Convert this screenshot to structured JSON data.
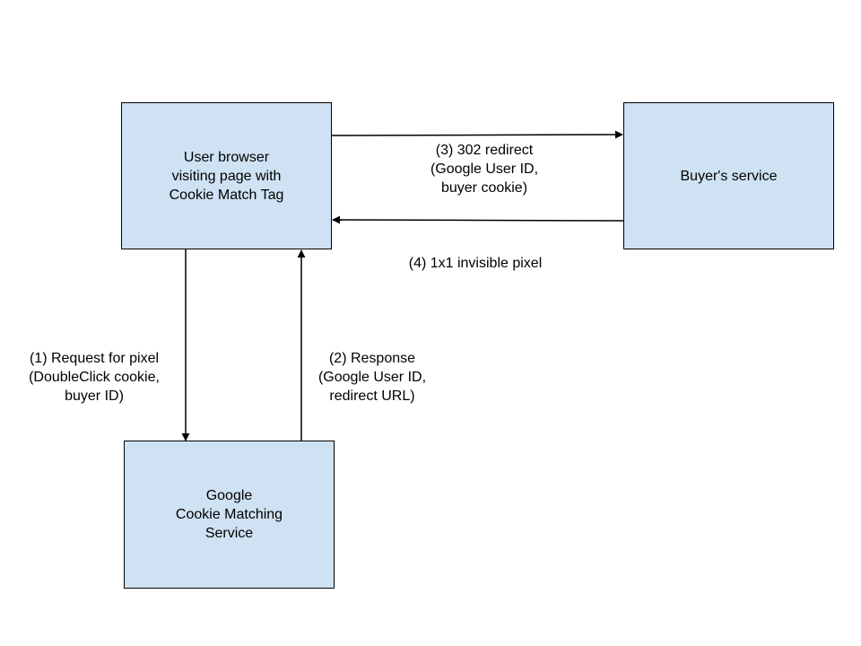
{
  "colors": {
    "box_fill": "#cfe2f3",
    "line": "#000000"
  },
  "boxes": {
    "browser": {
      "lines": [
        "User browser",
        "visiting page with",
        "Cookie Match Tag"
      ]
    },
    "buyer": {
      "lines": [
        "Buyer's service"
      ]
    },
    "google": {
      "lines": [
        "Google",
        "Cookie Matching",
        "Service"
      ]
    }
  },
  "arrows": {
    "step1": {
      "lines": [
        "(1) Request for pixel",
        "(DoubleClick cookie,",
        "buyer ID)"
      ]
    },
    "step2": {
      "lines": [
        "(2) Response",
        "(Google User ID,",
        "redirect URL)"
      ]
    },
    "step3": {
      "lines": [
        "(3) 302 redirect",
        "(Google User ID,",
        "buyer cookie)"
      ]
    },
    "step4": {
      "lines": [
        "(4) 1x1 invisible pixel"
      ]
    }
  }
}
